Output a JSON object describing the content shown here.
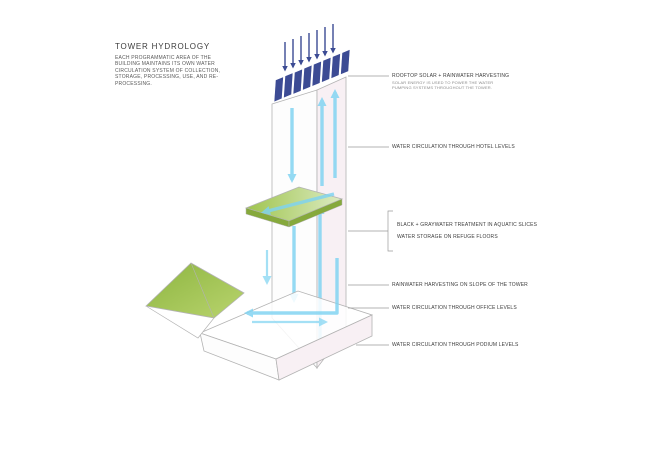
{
  "title": "TOWER HYDROLOGY",
  "description": "EACH PROGRAMMATIC AREA OF THE BUILDING MAINTAINS ITS OWN WATER CIRCULATION SYSTEM OF COLLECTION, STORAGE, PROCESSING, USE, AND RE-PROCESSING.",
  "labels": {
    "rooftop_title": "ROOFTOP SOLAR + RAINWATER HARVESTING",
    "rooftop_subtitle": "SOLAR ENERGY IS USED TO POWER THE WATER PUMPING SYSTEMS THROUGHOUT THE TOWER.",
    "hotel": "WATER CIRCULATION THROUGH HOTEL LEVELS",
    "treatment_line1": "BLACK + GRAYWATER TREATMENT IN AQUATIC SLICES",
    "treatment_line2": "WATER STORAGE ON REFUGE FLOORS",
    "rainwater": "RAINWATER HARVESTING ON SLOPE OF THE TOWER",
    "office": "WATER CIRCULATION THROUGH OFFICE LEVELS",
    "podium": "WATER CIRCULATION THROUGH PODIUM LEVELS"
  },
  "colors": {
    "water": "#7ed3f2",
    "solar": "#3c4b94",
    "green": "#a5c656",
    "green_dark": "#86a93c",
    "outline": "#b3b3b3",
    "leader": "#9a9a9a",
    "text": "#3c3c3c",
    "subtext": "#8a8a8a",
    "face_left": "#fdfdfd",
    "face_right": "#f8f0f4"
  }
}
